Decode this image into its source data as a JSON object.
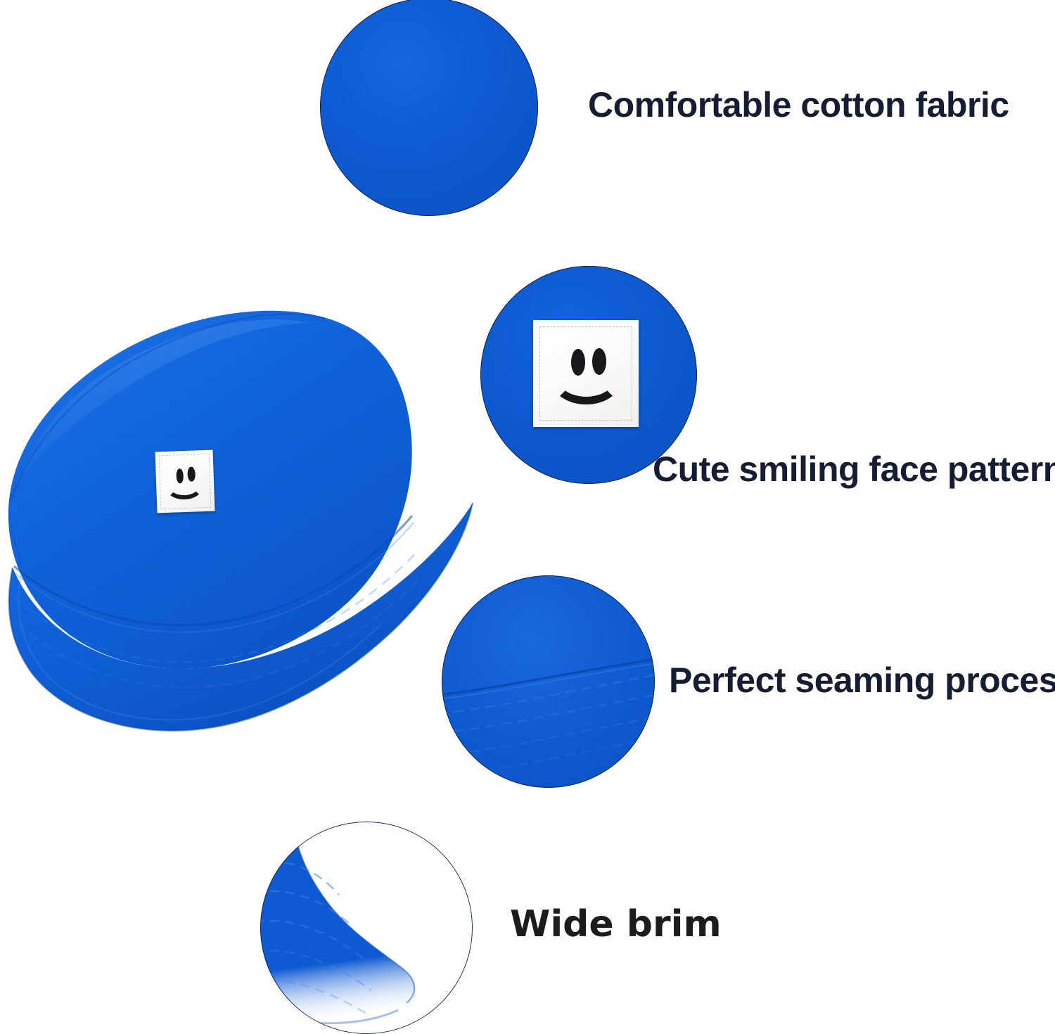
{
  "product": {
    "name": "smiley-face-bucket-hat",
    "color_name": "blue"
  },
  "colors": {
    "fabric_blue": "#0d5ad2",
    "fabric_blue_light": "#1a6ae0",
    "fabric_blue_dark": "#0a4fbc",
    "text_navy": "#151d33",
    "text_black": "#1c1c1c",
    "patch_white": "#fbfbfa",
    "patch_ink": "#17181a",
    "background": "#ffffff",
    "circle_outline": "#16223d"
  },
  "features": [
    {
      "id": "comfortable-cotton-fabric",
      "label": "Comfortable cotton fabric",
      "callout": "plain-blue-cotton-weave-closeup"
    },
    {
      "id": "cute-smiling-face-patterns",
      "label": "Cute smiling face patterns",
      "callout": "white-square-smiley-patch-closeup"
    },
    {
      "id": "perfect-seaming-process",
      "label": "Perfect seaming process",
      "callout": "brim-seam-and-topstitching-closeup"
    },
    {
      "id": "wide-brim",
      "label": "Wide brim",
      "callout": "brim-edge-silhouette-closeup"
    }
  ],
  "hat": {
    "alt": "blue cotton bucket hat with white smiley face patch",
    "patch_alt": "white woven square patch with black smiley face"
  },
  "icons": {
    "smiley": "smiley-face-icon",
    "eye": "eye-icon",
    "mouth": "smile-mouth-icon"
  }
}
